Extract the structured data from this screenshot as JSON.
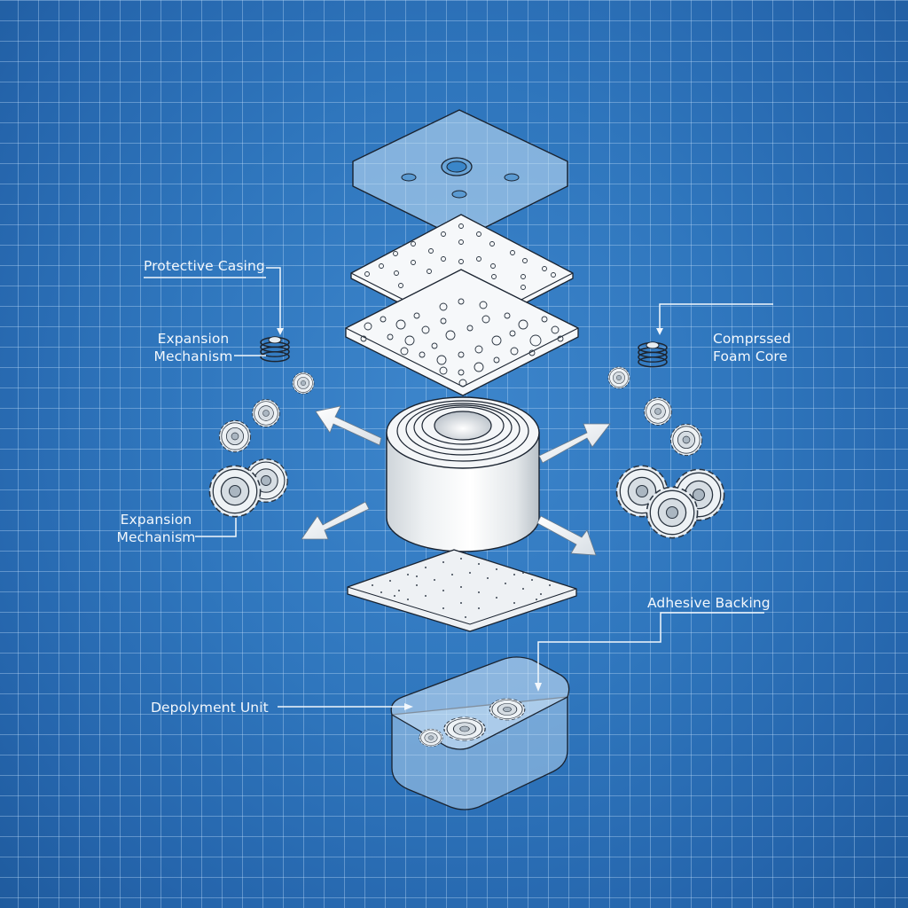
{
  "diagram": {
    "type": "exploded-view-blueprint",
    "background": {
      "color": "#2f76bd",
      "grid_color": "#a9cdf2"
    },
    "components": [
      {
        "id": "top-casing-plate",
        "description": "translucent hexagonal plate with holes"
      },
      {
        "id": "perforated-layer-1",
        "description": "white plate with small regular holes"
      },
      {
        "id": "perforated-layer-2",
        "description": "white plate with varied circular holes"
      },
      {
        "id": "foam-roll-core",
        "description": "white cylinder with concentric rings"
      },
      {
        "id": "speckled-layer",
        "description": "white speckled adhesive plate"
      },
      {
        "id": "deployment-box",
        "description": "translucent rounded box containing gears"
      },
      {
        "id": "left-gear-cluster",
        "description": "spring and gears on left"
      },
      {
        "id": "right-gear-cluster",
        "description": "spring and gears on right"
      }
    ],
    "arrows": [
      "up-left",
      "down-left",
      "up-right",
      "down-right"
    ]
  },
  "labels": {
    "protective_casing": "Protective Casing",
    "expansion_mechanism_top_line1": "Expansion",
    "expansion_mechanism_top_line2": "Mechanism",
    "compressed_foam_core_line1": "Comprssed",
    "compressed_foam_core_line2": "Foam Core",
    "expansion_mechanism_bottom_line1": "Expansion",
    "expansion_mechanism_bottom_line2": "Mechanism",
    "adhesive_backing": "Adhesive Backing",
    "deployment_unit": "Depolyment Unit"
  }
}
